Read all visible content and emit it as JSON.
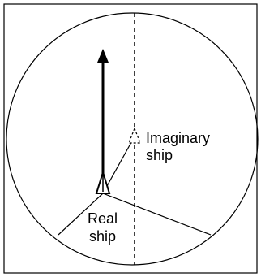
{
  "labels": {
    "imaginary_line1": "Imaginary",
    "imaginary_line2": "ship",
    "real_line1": "Real",
    "real_line2": "ship"
  }
}
